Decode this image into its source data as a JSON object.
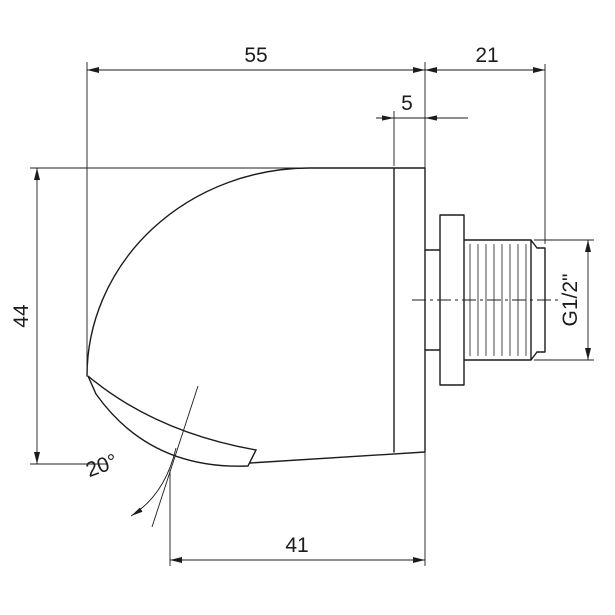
{
  "page": {
    "background": "#ffffff"
  },
  "drawing": {
    "type": "technical-dimension-drawing",
    "subject": "wall-mounted shower head, side view with threaded wall connector",
    "line_color": "#1c1c1c",
    "dimensions": {
      "top_width": "55",
      "wall_projection": "21",
      "plate_thickness": "5",
      "body_height": "44",
      "bottom_width": "41",
      "spray_angle": "20°",
      "thread_size": "G1/2\""
    }
  }
}
